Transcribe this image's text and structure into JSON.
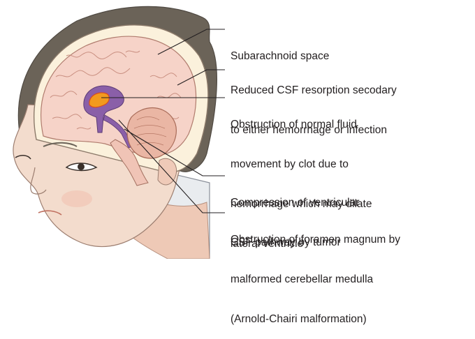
{
  "annotations": [
    {
      "id": "subarachnoid",
      "lines": [
        "Subarachnoid space"
      ]
    },
    {
      "id": "reduced-csf",
      "lines": [
        "Reduced CSF resorption secodary",
        "to either hemorrhage or infection"
      ]
    },
    {
      "id": "obstruction-clot",
      "lines": [
        "Obstruction of normal fluid",
        "movement by clot due to",
        "hemorrhage which may dilate",
        "lateral ventricle"
      ]
    },
    {
      "id": "compression-tumor",
      "lines": [
        "Compression of ventricular",
        "CSF pathway by tumor"
      ]
    },
    {
      "id": "foramen-magnum",
      "lines": [
        "Obstruction of foramen magnum by",
        "malformed cerebellar medulla",
        "(Arnold-Chairi malformation)"
      ]
    }
  ],
  "colors": {
    "hair": "#6b6358",
    "skin": "#f3dccd",
    "brain": "#f6d3c8",
    "cerebellum": "#eab6a4",
    "ventricle": "#8a5fa8",
    "hemorrhage": "#f29a1e",
    "leader": "#231f20"
  }
}
